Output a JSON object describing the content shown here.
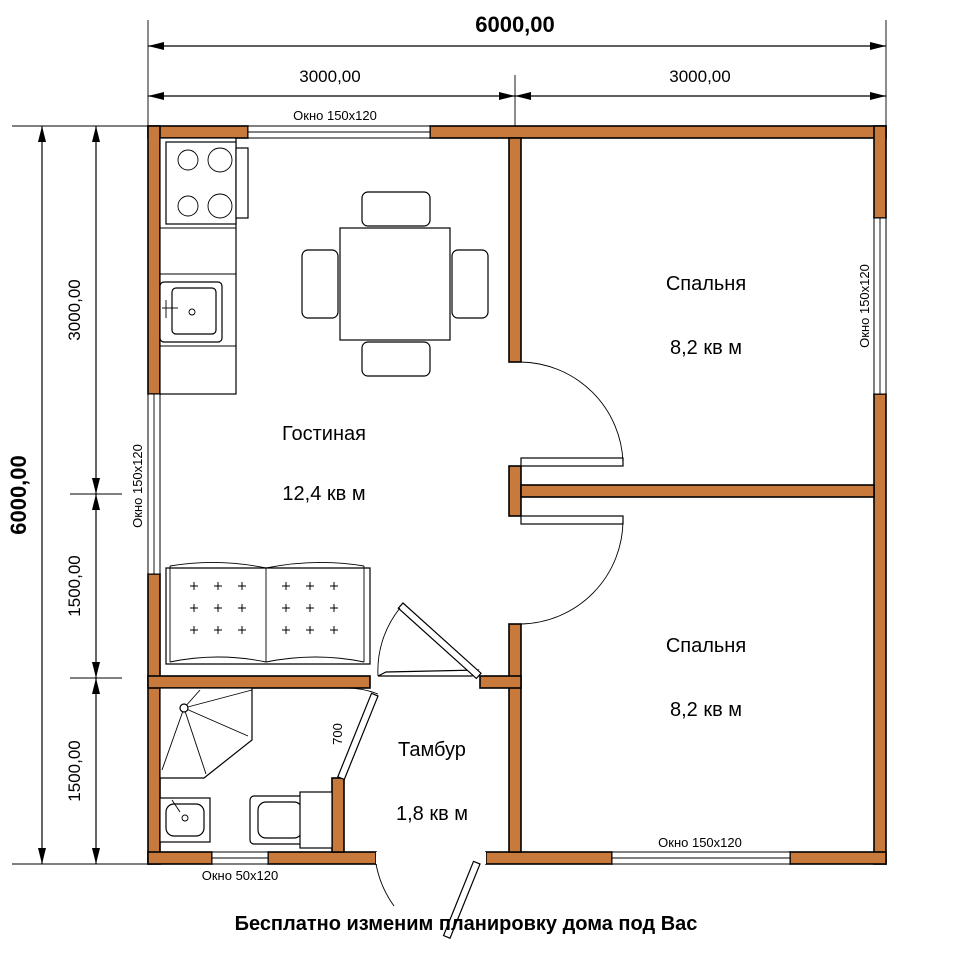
{
  "dimensions": {
    "total_width": "6000,00",
    "half_left": "3000,00",
    "half_right": "3000,00",
    "total_height": "6000,00",
    "upper_height": "3000,00",
    "mid_height": "1500,00",
    "lower_height": "1500,00",
    "door_width": "700"
  },
  "windows": {
    "top": "Окно 150х120",
    "right": "Окно 150х120",
    "left": "Окно 150х120",
    "bottom_right": "Окно 150х120",
    "bottom_left": "Окно 50х120"
  },
  "rooms": {
    "living": {
      "name": "Гостиная",
      "area": "12,4 кв м"
    },
    "bedroom_top": {
      "name": "Спальня",
      "area": "8,2 кв м"
    },
    "bedroom_bottom": {
      "name": "Спальня",
      "area": "8,2 кв м"
    },
    "vestibule": {
      "name": "Тамбур",
      "area": "1,8 кв м"
    }
  },
  "footer": "Бесплатно изменим планировку дома под Вас",
  "colors": {
    "wall": "#c87a3c",
    "line": "#000000",
    "background": "#ffffff"
  }
}
